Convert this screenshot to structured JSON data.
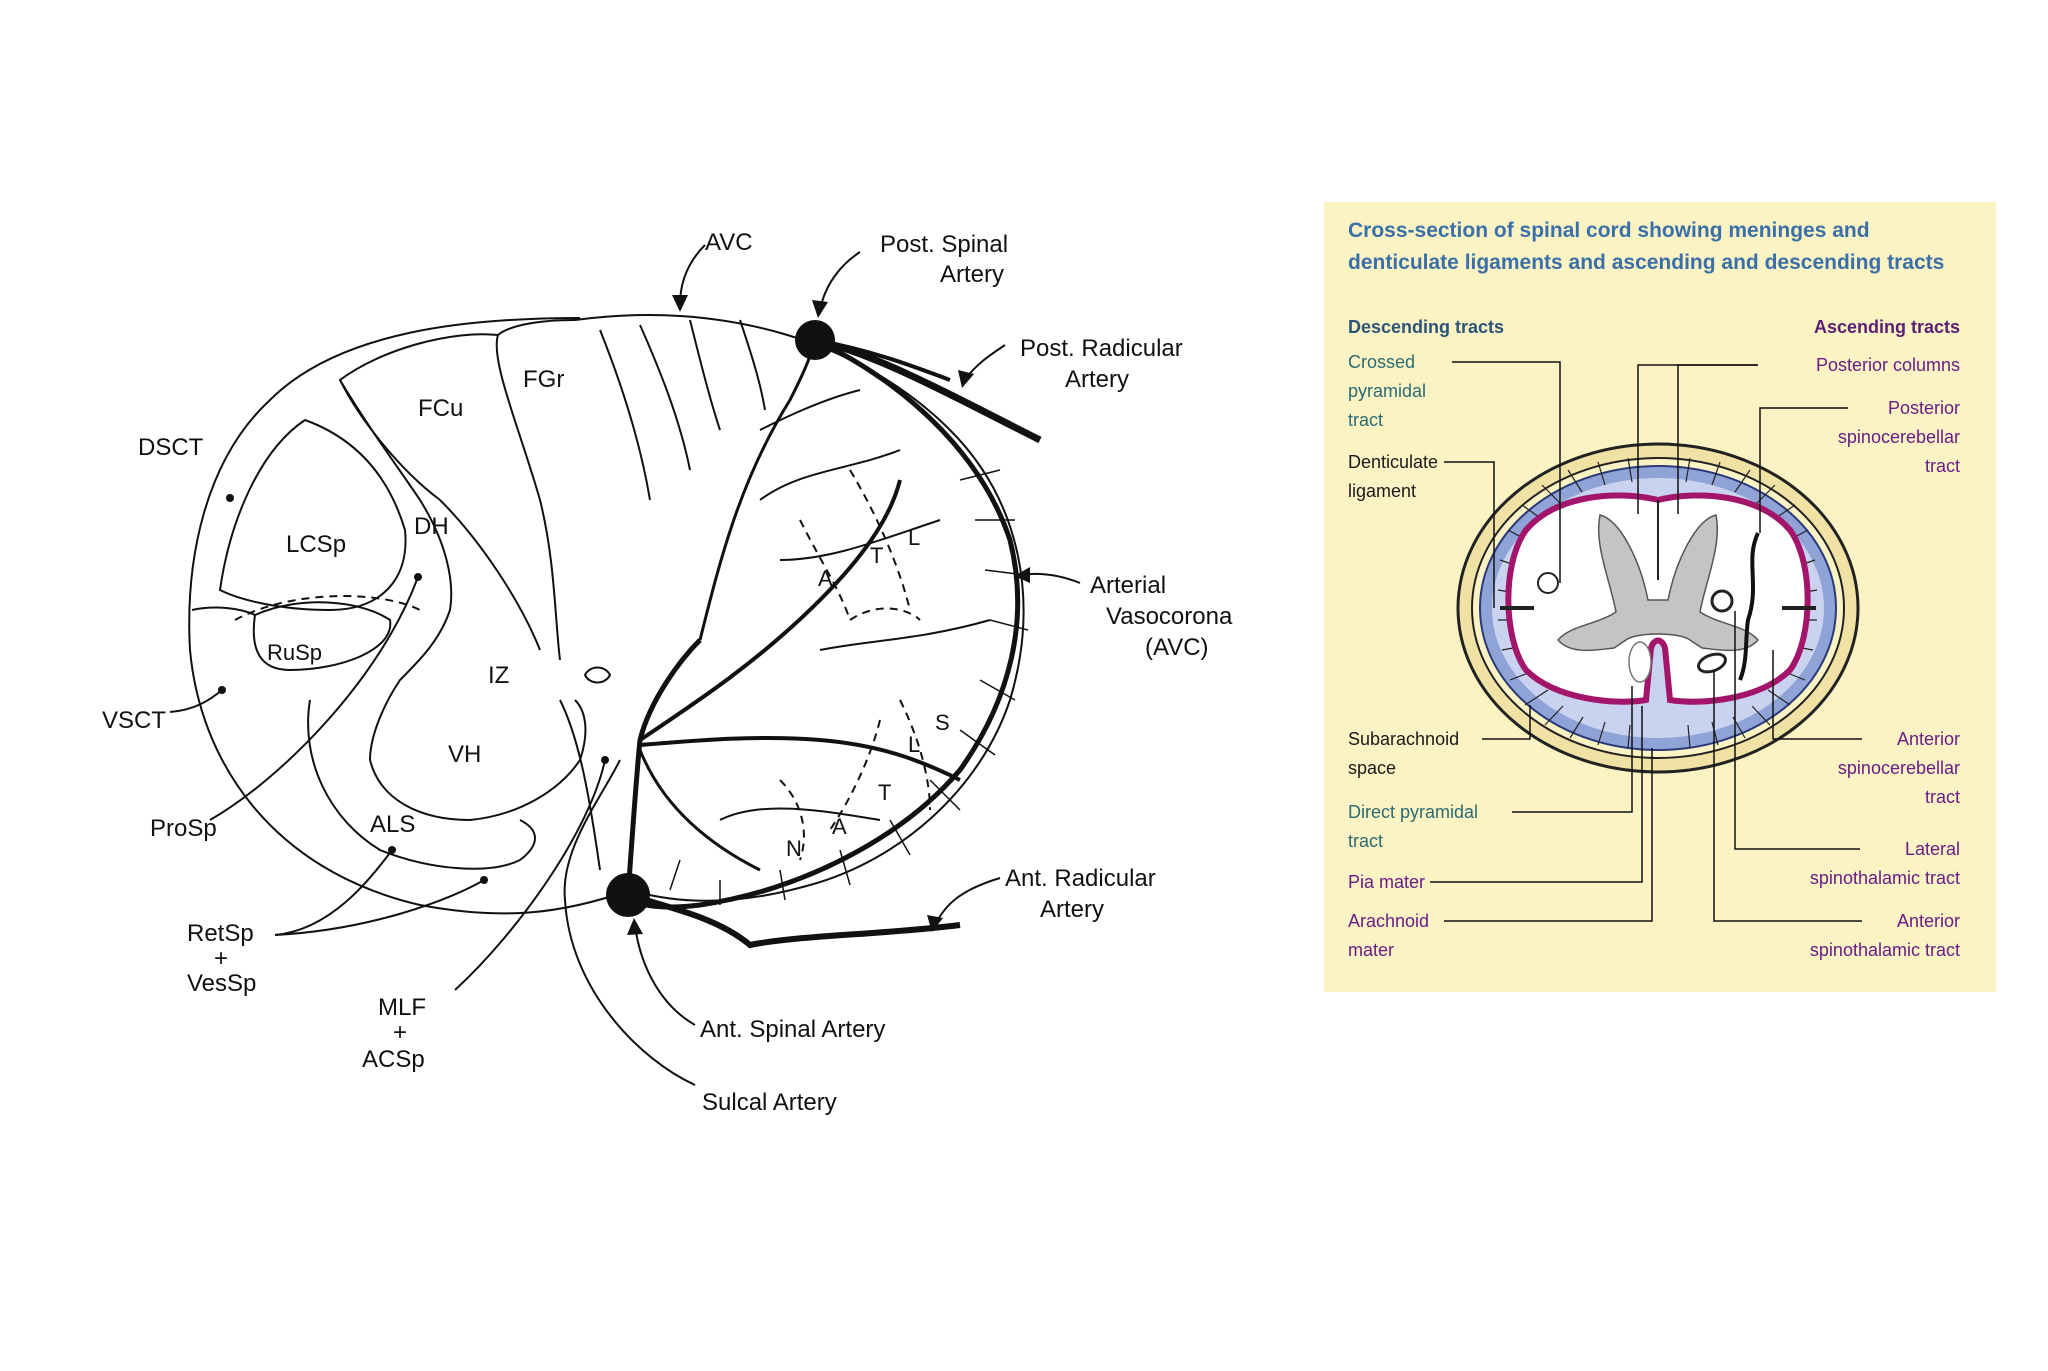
{
  "left_diagram": {
    "labels": {
      "avc_top": "AVC",
      "post_spinal_artery_1": "Post. Spinal",
      "post_spinal_artery_2": "Artery",
      "post_radicular_1": "Post. Radicular",
      "post_radicular_2": "Artery",
      "fgr": "FGr",
      "fcu": "FCu",
      "dsct": "DSCT",
      "lcsp": "LCSp",
      "dh": "DH",
      "rusp": "RuSp",
      "iz": "IZ",
      "vsct": "VSCT",
      "vh": "VH",
      "prosp": "ProSp",
      "als": "ALS",
      "retsp": "RetSp",
      "plus1": "+",
      "vessp": "VesSp",
      "mlf": "MLF",
      "plus2": "+",
      "acsp": "ACSp",
      "arterial_vasocorona_1": "Arterial",
      "arterial_vasocorona_2": "Vasocorona",
      "arterial_vasocorona_3": "(AVC)",
      "ant_radicular_1": "Ant. Radicular",
      "ant_radicular_2": "Artery",
      "ant_spinal_artery": "Ant. Spinal Artery",
      "sulcal_artery": "Sulcal Artery",
      "zone_t_upper": "T",
      "zone_l_upper": "L",
      "zone_a_upper": "A",
      "zone_s_lower": "S",
      "zone_l_lower": "L",
      "zone_t_lower": "T",
      "zone_a_lower": "A",
      "zone_n_lower": "N"
    }
  },
  "right_panel": {
    "title_line1": "Cross-section of spinal cord showing meninges and",
    "title_line2": "denticulate ligaments and ascending and descending tracts",
    "descending_header": "Descending tracts",
    "ascending_header": "Ascending tracts",
    "left_labels": {
      "crossed_1": "Crossed",
      "crossed_2": "pyramidal",
      "crossed_3": "tract",
      "denticulate_1": "Denticulate",
      "denticulate_2": "ligament",
      "subarachnoid_1": "Subarachnoid",
      "subarachnoid_2": "space",
      "direct_1": "Direct pyramidal",
      "direct_2": "tract",
      "pia": "Pia mater",
      "arachnoid_1": "Arachnoid",
      "arachnoid_2": "mater"
    },
    "right_labels": {
      "posterior_columns": "Posterior columns",
      "post_spino_1": "Posterior",
      "post_spino_2": "spinocerebellar",
      "post_spino_3": "tract",
      "ant_spino_1": "Anterior",
      "ant_spino_2": "spinocerebellar",
      "ant_spino_3": "tract",
      "lat_spinothal_1": "Lateral",
      "lat_spinothal_2": "spinothalamic tract",
      "ant_spinothal_1": "Anterior",
      "ant_spinothal_2": "spinothalamic tract"
    },
    "colors": {
      "panel_bg": "#fbf3c4",
      "dura": "#f0e2a4",
      "arachnoid_band": "#8fa3d6",
      "pia": "#a3156b",
      "grey_matter": "#c4c4c4"
    }
  }
}
